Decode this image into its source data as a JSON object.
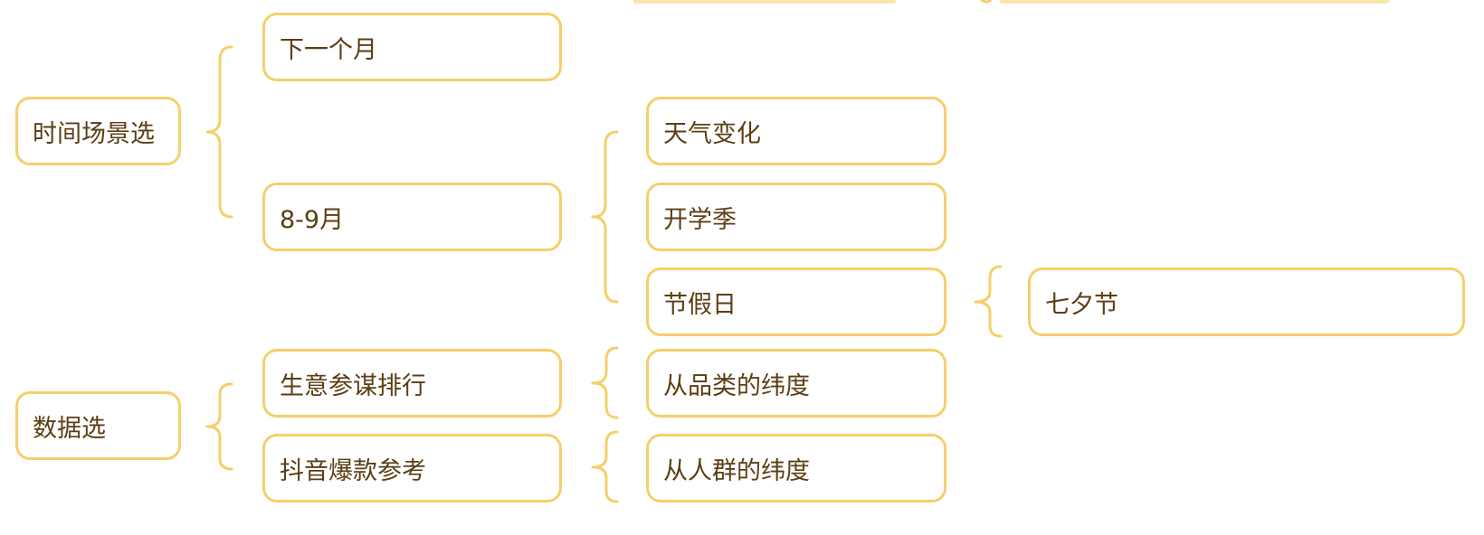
{
  "diagram": {
    "type": "mind-map",
    "accent_color": "#f6cf6a",
    "text_color": "#5b3e14",
    "roots": [
      {
        "label": "时间场景选",
        "children": [
          {
            "label": "下一个月"
          },
          {
            "label": "8-9月",
            "children": [
              {
                "label": "天气变化"
              },
              {
                "label": "开学季"
              },
              {
                "label": "节假日",
                "children": [
                  {
                    "label": "七夕节"
                  }
                ]
              }
            ]
          }
        ]
      },
      {
        "label": "数据选",
        "children": [
          {
            "label": "生意参谋排行",
            "children": [
              {
                "label": "从品类的纬度"
              }
            ]
          },
          {
            "label": "抖音爆款参考",
            "children": [
              {
                "label": "从人群的纬度"
              }
            ]
          }
        ]
      }
    ]
  }
}
